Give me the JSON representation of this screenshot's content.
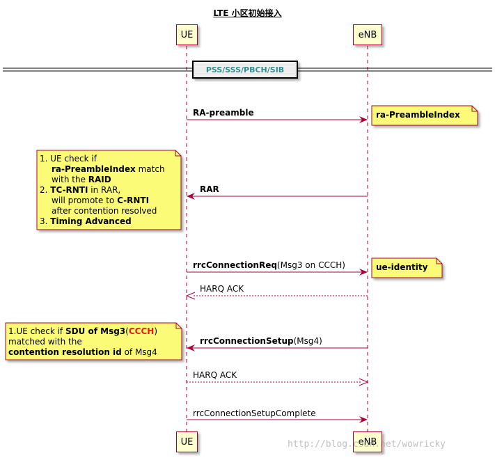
{
  "title": "LTE 小区初始接入",
  "participants": {
    "ue": "UE",
    "enb": "eNB"
  },
  "divider": "PSS/SSS/PBCH/SIB",
  "messages": {
    "m1": {
      "bold": "RA-preamble"
    },
    "m2": {
      "bold": "RAR"
    },
    "m3": {
      "bold": "rrcConnectionReq",
      "rest": "(Msg3 on CCCH)"
    },
    "m4": {
      "text": "HARQ ACK"
    },
    "m5": {
      "bold": "rrcConnectionSetup",
      "rest": "(Msg4)"
    },
    "m6": {
      "text": "HARQ ACK"
    },
    "m7": {
      "text": "rrcConnectionSetupComplete"
    }
  },
  "notes": {
    "n1": {
      "text": "ra-PreambleIndex"
    },
    "n2": {
      "l1": "1. UE check if",
      "l2_b": "ra-PreambleIndex",
      "l2_r": " match",
      "l3_a": "with the ",
      "l3_b": "RAID",
      "l4_a": "2. ",
      "l4_b": "TC-RNTI",
      "l4_r": " in RAR,",
      "l5_a": "will promote to ",
      "l5_b": "C-RNTI",
      "l6": "after contention resolved",
      "l7_a": "3. ",
      "l7_b": "Timing Advanced"
    },
    "n3": {
      "text": "ue-identity"
    },
    "n4": {
      "l1_a": "1.UE check if ",
      "l1_b": "SDU of Msg3",
      "l1_c": "(",
      "l1_red": "CCCH",
      "l1_d": ")",
      "l2": "matched with the",
      "l3_b": "contention resolution id",
      "l3_r": " of Msg4"
    }
  },
  "colors": {
    "line": "#A80036",
    "participant_bg": "#FEFECE",
    "note_bg": "#FBFB77",
    "divider_text": "#2D8F8F",
    "highlight": "#E31A1A"
  },
  "watermark": "http://blog.csdn.net/wowricky"
}
